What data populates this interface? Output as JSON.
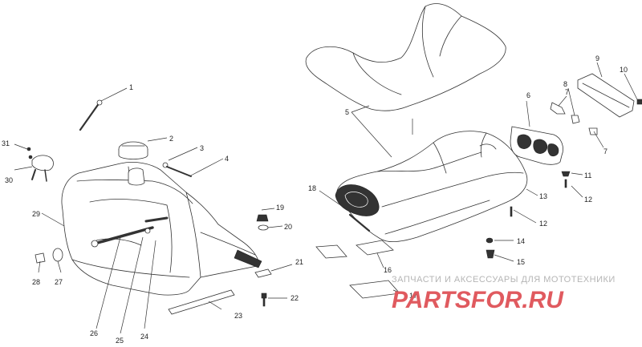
{
  "callouts": [
    {
      "id": "1",
      "label": "1"
    },
    {
      "id": "2",
      "label": "2"
    },
    {
      "id": "3",
      "label": "3"
    },
    {
      "id": "4",
      "label": "4"
    },
    {
      "id": "5",
      "label": "5"
    },
    {
      "id": "6",
      "label": "6"
    },
    {
      "id": "7a",
      "label": "7"
    },
    {
      "id": "7b",
      "label": "7"
    },
    {
      "id": "8",
      "label": "8"
    },
    {
      "id": "9",
      "label": "9"
    },
    {
      "id": "10",
      "label": "10"
    },
    {
      "id": "11",
      "label": "11"
    },
    {
      "id": "12a",
      "label": "12"
    },
    {
      "id": "12b",
      "label": "12"
    },
    {
      "id": "13",
      "label": "13"
    },
    {
      "id": "14",
      "label": "14"
    },
    {
      "id": "15",
      "label": "15"
    },
    {
      "id": "16",
      "label": "16"
    },
    {
      "id": "17",
      "label": "17"
    },
    {
      "id": "18",
      "label": "18"
    },
    {
      "id": "19",
      "label": "19"
    },
    {
      "id": "20",
      "label": "20"
    },
    {
      "id": "21",
      "label": "21"
    },
    {
      "id": "22",
      "label": "22"
    },
    {
      "id": "23",
      "label": "23"
    },
    {
      "id": "24",
      "label": "24"
    },
    {
      "id": "25",
      "label": "25"
    },
    {
      "id": "26",
      "label": "26"
    },
    {
      "id": "27",
      "label": "27"
    },
    {
      "id": "28",
      "label": "28"
    },
    {
      "id": "29",
      "label": "29"
    },
    {
      "id": "30",
      "label": "30"
    },
    {
      "id": "31",
      "label": "31"
    }
  ],
  "watermark": {
    "tagline": "ЗАПЧАСТИ И АКСЕССУАРЫ ДЛЯ МОТОТЕХНИКИ",
    "logo": "PARTSFOR.RU"
  }
}
